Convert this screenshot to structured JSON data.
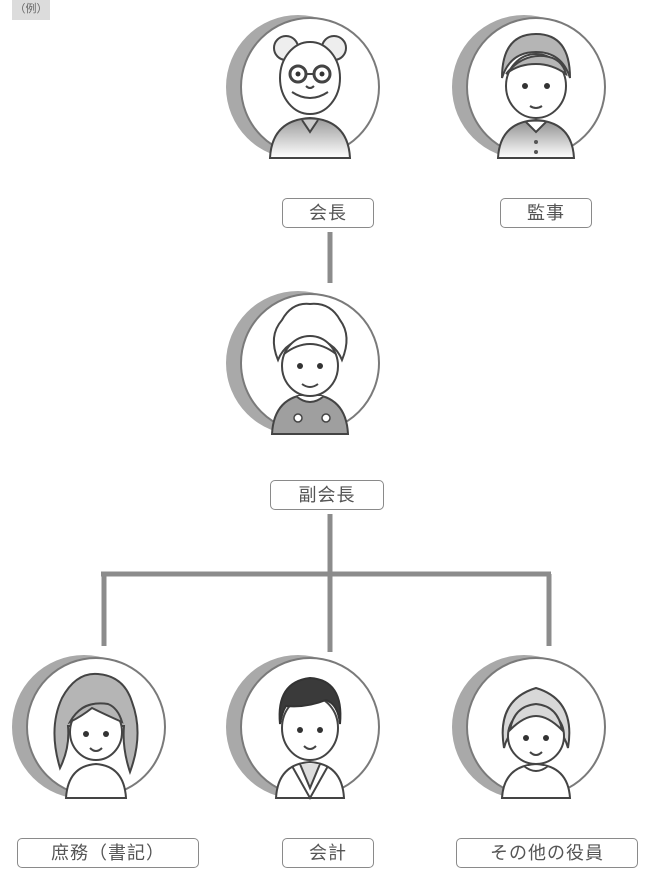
{
  "example_tag": "（例）",
  "roles": {
    "president": "会長",
    "auditor": "監事",
    "vice_president": "副会長",
    "secretary": "庶務（書記）",
    "treasurer": "会計",
    "other_officers": "その他の役員"
  },
  "colors": {
    "line": "#8c8c8c",
    "crescent": "#a9a9a9",
    "hair_gray": "#b5b5b5",
    "hair_dark": "#3a3a3a",
    "label_border": "#8a8a8a"
  }
}
